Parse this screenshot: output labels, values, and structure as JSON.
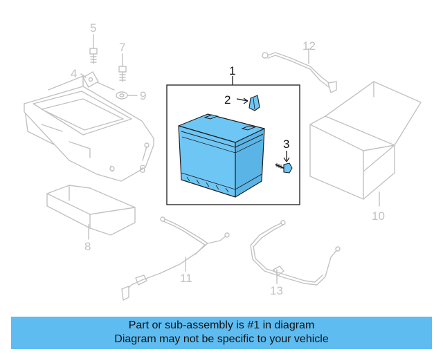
{
  "callouts": {
    "c1": "1",
    "c2": "2",
    "c3": "3",
    "c4": "4",
    "c5": "5",
    "c6": "6",
    "c7": "7",
    "c8": "8",
    "c9": "9",
    "c10": "10",
    "c11": "11",
    "c12": "12",
    "c13": "13"
  },
  "banner": {
    "line1": "Part or sub-assembly is #1 in diagram",
    "line2": "Diagram may not be specific to your vehicle"
  },
  "colors": {
    "highlight": "#6ec6f5",
    "banner": "#5ebcf1",
    "outline": "#c2c2c2"
  }
}
